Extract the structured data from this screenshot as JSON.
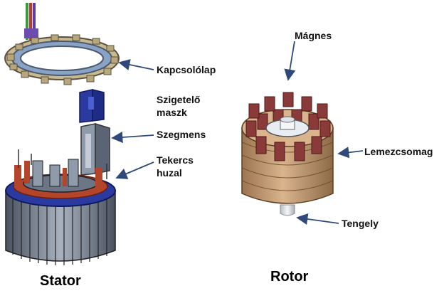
{
  "labels": {
    "kapcsololap": "Kapcsolólap",
    "szigetelo_line1": "Szigetelő",
    "szigetelo_line2": "maszk",
    "szegmens": "Szegmens",
    "tekercs_line1": "Tekercs",
    "tekercs_line2": "huzal",
    "magnes": "Mágnes",
    "lemezcsomag": "Lemezcsomag",
    "tengely": "Tengely"
  },
  "captions": {
    "stator": "Stator",
    "rotor": "Rotor"
  },
  "colors": {
    "arrow": "#2f4a7a",
    "magnet": "#8b3a3a",
    "lamination": "#c9a27a",
    "steel": "#7c8796",
    "coil_blue": "#2a3aa0",
    "copper": "#b5452a",
    "ring_beige": "#d8c9a6",
    "shaft": "#e3e6ea"
  }
}
